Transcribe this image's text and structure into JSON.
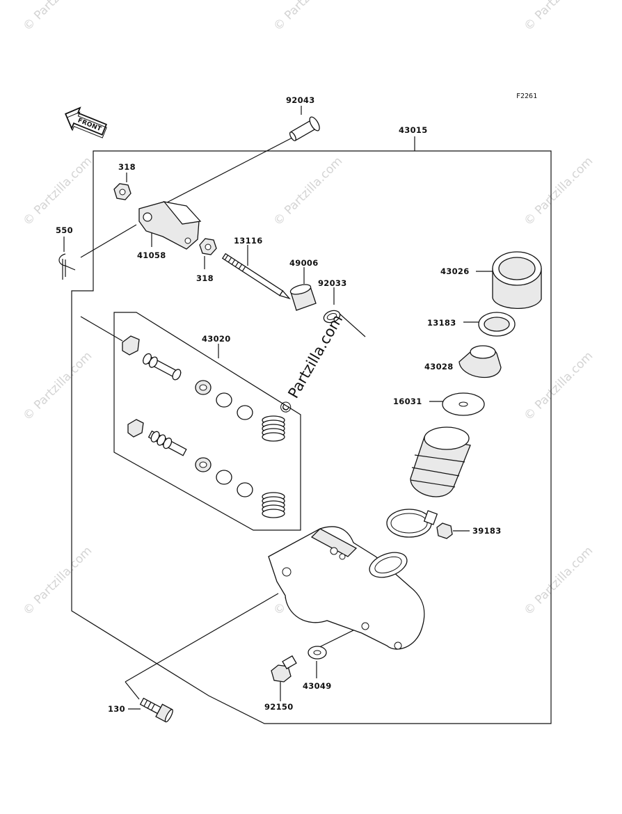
{
  "figure_code": "F2261",
  "front_label": "FRONT",
  "watermark": "© Partzilla.com",
  "part_numbers": {
    "p92043": "92043",
    "p43015": "43015",
    "p318_top": "318",
    "p318_bottom": "318",
    "p550": "550",
    "p41058": "41058",
    "p13116": "13116",
    "p49006": "49006",
    "p92033": "92033",
    "p43026": "43026",
    "p13183": "13183",
    "p43020": "43020",
    "p43028": "43028",
    "p16031": "16031",
    "p39183": "39183",
    "p43049": "43049",
    "p92150": "92150",
    "p130": "130"
  }
}
